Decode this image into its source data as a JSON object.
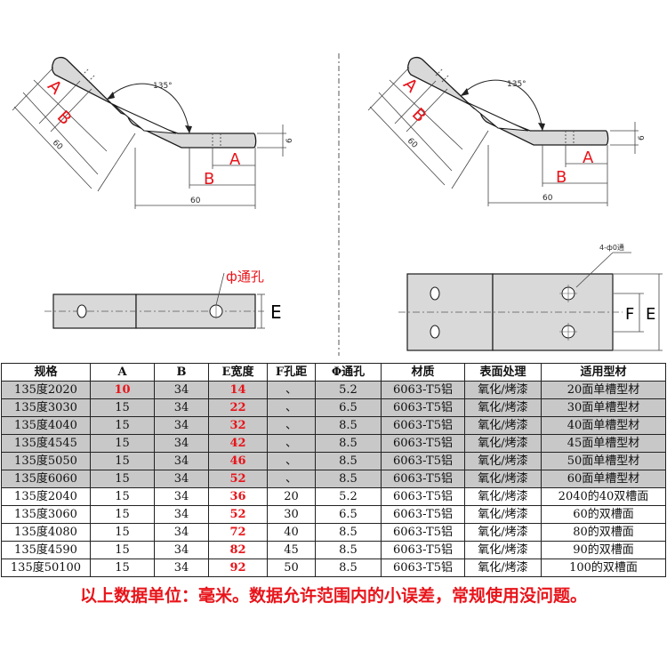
{
  "drawings": {
    "angle_label": "135°",
    "dim_a": "A",
    "dim_b": "B",
    "dim_e": "E",
    "dim_f": "F",
    "dim_60": "60",
    "dim_6": "6",
    "hole_label_left": "ф通孔",
    "hole_label_right": "4-ф0通"
  },
  "table": {
    "headers": [
      "规格",
      "A",
      "B",
      "E宽度",
      "F孔距",
      "Φ通孔",
      "材质",
      "表面处理",
      "适用型材"
    ],
    "rows": [
      {
        "spec": "135度2020",
        "a": "10",
        "b": "34",
        "e": "14",
        "f": "、",
        "hole": "5.2",
        "material": "6063-T5铝",
        "surface": "氧化/烤漆",
        "profile": "20面单槽型材",
        "shaded": true,
        "a_red": true
      },
      {
        "spec": "135度3030",
        "a": "15",
        "b": "34",
        "e": "22",
        "f": "、",
        "hole": "6.5",
        "material": "6063-T5铝",
        "surface": "氧化/烤漆",
        "profile": "30面单槽型材",
        "shaded": true,
        "a_red": false
      },
      {
        "spec": "135度4040",
        "a": "15",
        "b": "34",
        "e": "32",
        "f": "、",
        "hole": "8.5",
        "material": "6063-T5铝",
        "surface": "氧化/烤漆",
        "profile": "40面单槽型材",
        "shaded": true,
        "a_red": false
      },
      {
        "spec": "135度4545",
        "a": "15",
        "b": "34",
        "e": "42",
        "f": "、",
        "hole": "8.5",
        "material": "6063-T5铝",
        "surface": "氧化/烤漆",
        "profile": "45面单槽型材",
        "shaded": true,
        "a_red": false
      },
      {
        "spec": "135度5050",
        "a": "15",
        "b": "34",
        "e": "46",
        "f": "、",
        "hole": "8.5",
        "material": "6063-T5铝",
        "surface": "氧化/烤漆",
        "profile": "50面单槽型材",
        "shaded": true,
        "a_red": false
      },
      {
        "spec": "135度6060",
        "a": "15",
        "b": "34",
        "e": "52",
        "f": "、",
        "hole": "8.5",
        "material": "6063-T5铝",
        "surface": "氧化/烤漆",
        "profile": "60面单槽型材",
        "shaded": true,
        "a_red": false
      },
      {
        "spec": "135度2040",
        "a": "15",
        "b": "34",
        "e": "36",
        "f": "20",
        "hole": "5.2",
        "material": "6063-T5铝",
        "surface": "氧化/烤漆",
        "profile": "2040的40双槽面",
        "shaded": false,
        "a_red": false
      },
      {
        "spec": "135度3060",
        "a": "15",
        "b": "34",
        "e": "52",
        "f": "30",
        "hole": "6.5",
        "material": "6063-T5铝",
        "surface": "氧化/烤漆",
        "profile": "60的双槽面",
        "shaded": false,
        "a_red": false
      },
      {
        "spec": "135度4080",
        "a": "15",
        "b": "34",
        "e": "72",
        "f": "40",
        "hole": "8.5",
        "material": "6063-T5铝",
        "surface": "氧化/烤漆",
        "profile": "80的双槽面",
        "shaded": false,
        "a_red": false
      },
      {
        "spec": "135度4590",
        "a": "15",
        "b": "34",
        "e": "82",
        "f": "45",
        "hole": "8.5",
        "material": "6063-T5铝",
        "surface": "氧化/烤漆",
        "profile": "90的双槽面",
        "shaded": false,
        "a_red": false
      },
      {
        "spec": "135度50100",
        "a": "15",
        "b": "34",
        "e": "92",
        "f": "50",
        "hole": "8.5",
        "material": "6063-T5铝",
        "surface": "氧化/烤漆",
        "profile": "100的双槽面",
        "shaded": false,
        "a_red": false
      }
    ]
  },
  "footer": {
    "note": "以上数据单位：毫米。数据允许范围内的小误差，常规使用没问题。"
  },
  "colors": {
    "accent_red": "#e8141a",
    "row_shade": "#c8c8c8",
    "part_fill": "#d9d9d9",
    "line": "#1a1a1a"
  }
}
